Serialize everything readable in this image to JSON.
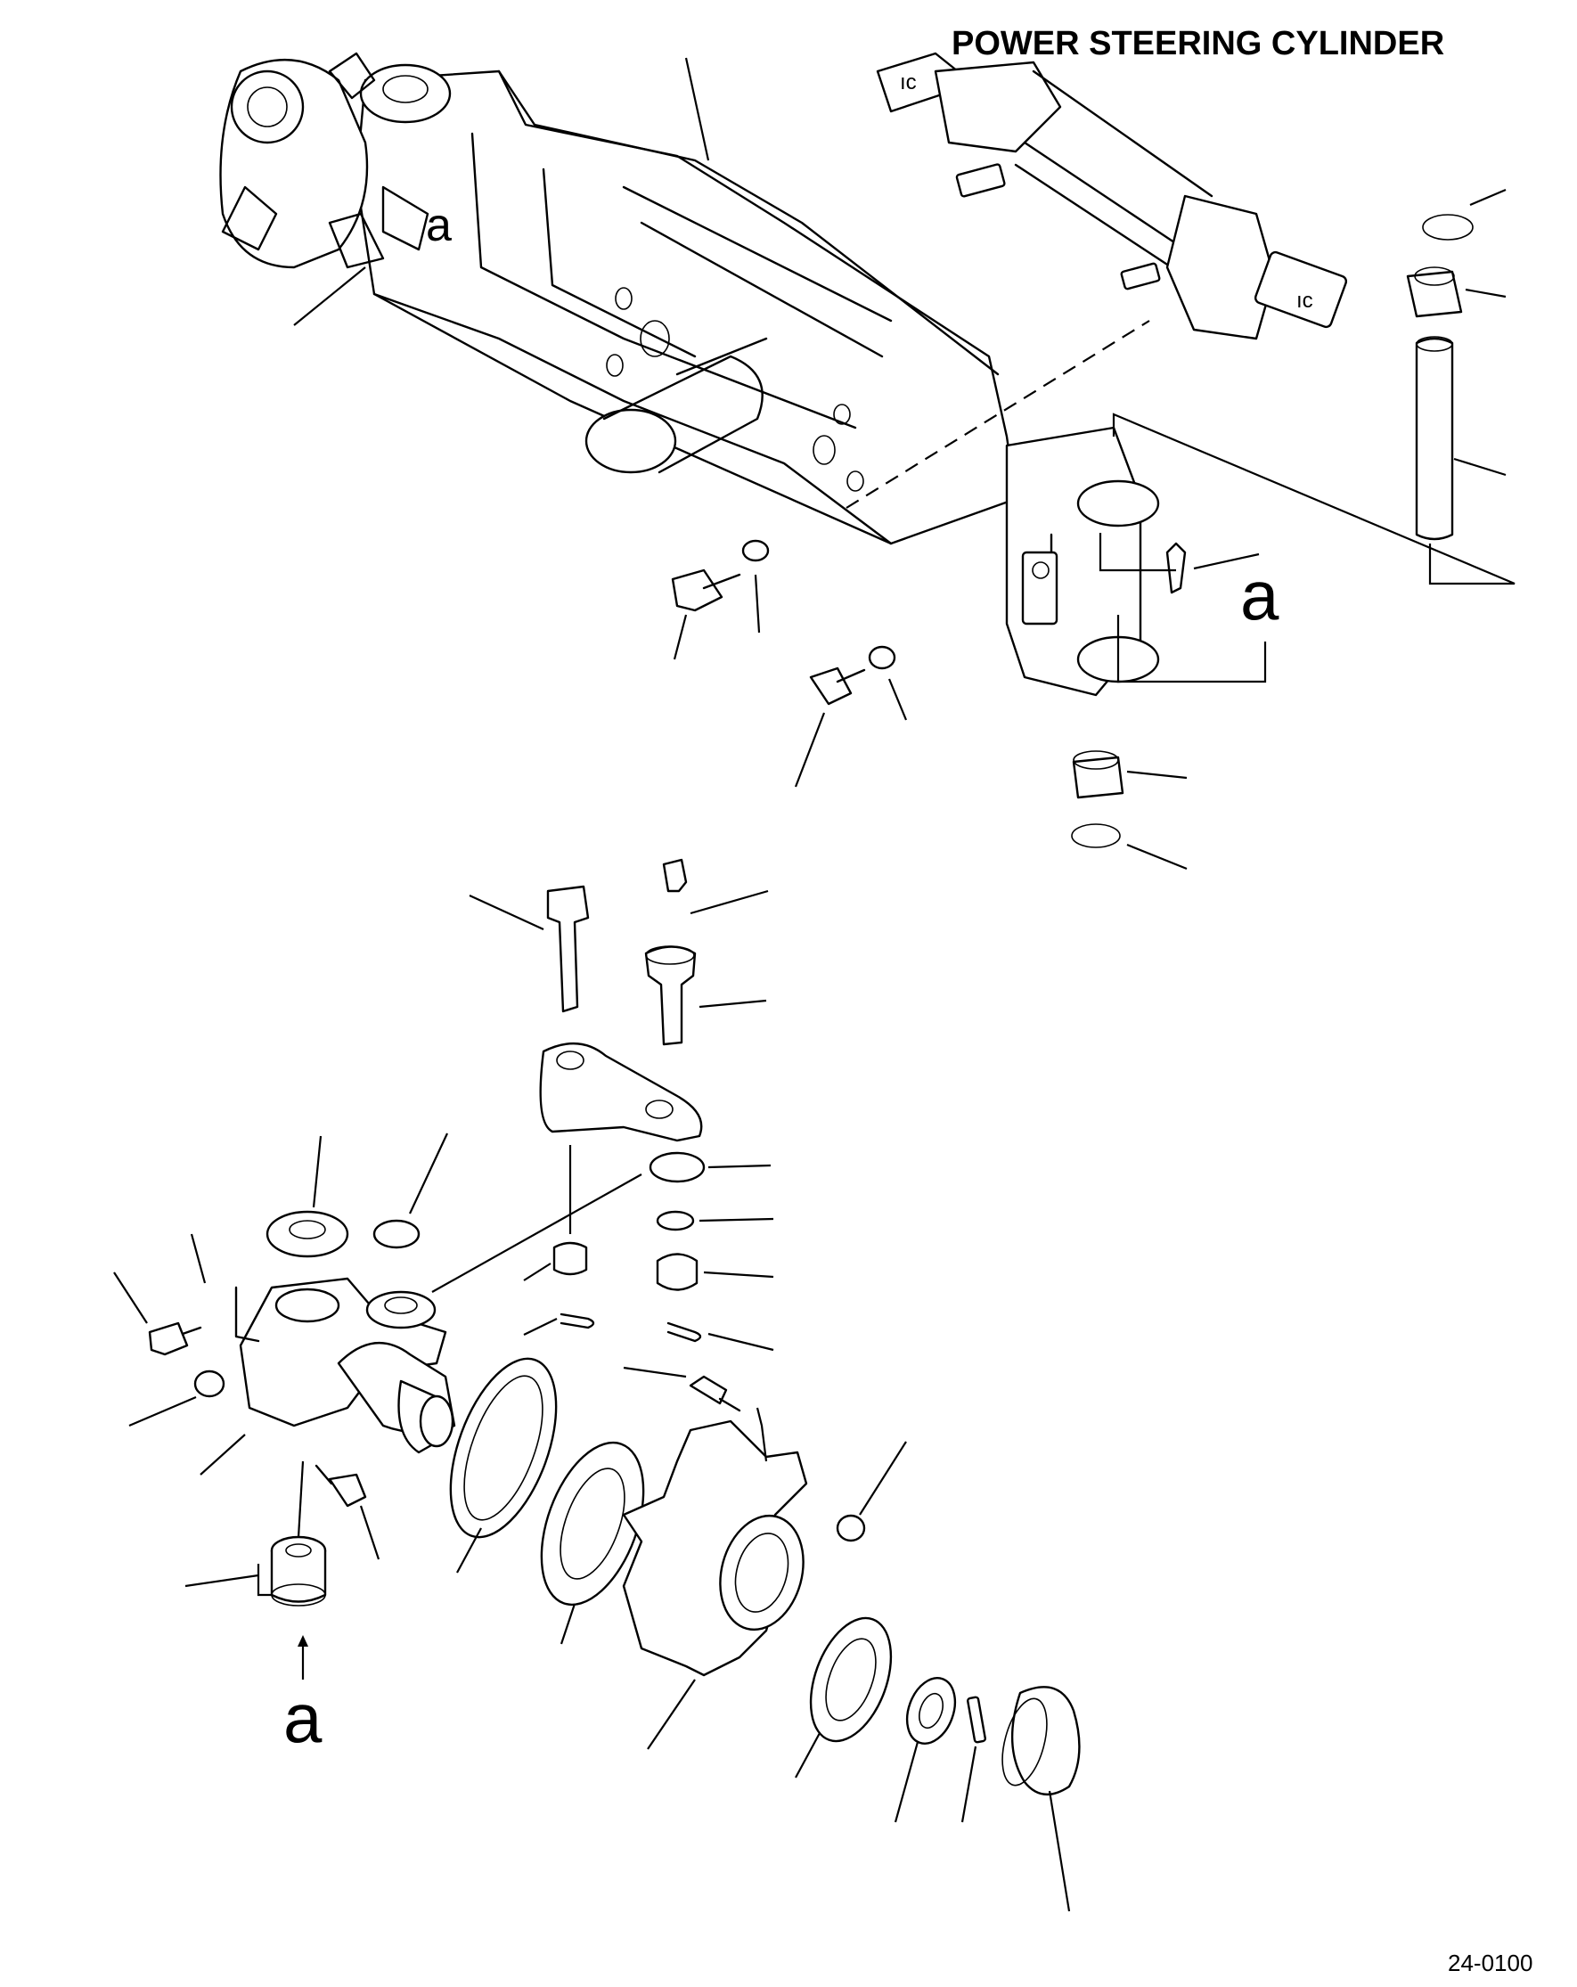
{
  "header": {
    "title": "POWER STEERING CYLINDER"
  },
  "callouts": {
    "upper": "a",
    "lower": "a",
    "axle_mark": "a"
  },
  "footer": {
    "page_number": "24-0100"
  }
}
